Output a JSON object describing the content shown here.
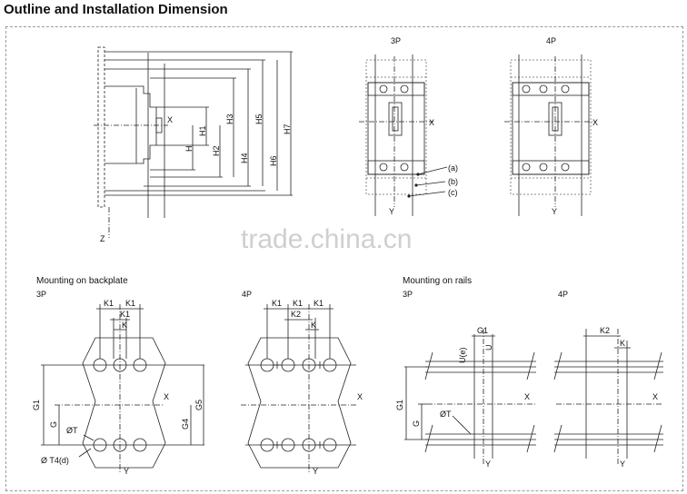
{
  "title": "Outline and Installation Dimension",
  "watermark": "trade.china.cn",
  "side_view": {
    "axis_labels": [
      "X",
      "Z"
    ],
    "dims": [
      "H1",
      "H",
      "H2",
      "H3",
      "H4",
      "H5",
      "H6",
      "H7"
    ]
  },
  "front_3p": {
    "heading": "3P",
    "x": "X",
    "y": "Y",
    "callouts": [
      "(a)",
      "(b)",
      "(c)"
    ]
  },
  "front_4p": {
    "heading": "4P",
    "x": "X",
    "y": "Y"
  },
  "backplate": {
    "heading": "Mounting on backplate",
    "p3": {
      "heading": "3P",
      "dims": [
        "K1",
        "K1",
        "K1",
        "K"
      ],
      "left_dims": [
        "G1",
        "G"
      ],
      "right_dims": [
        "G5",
        "G4"
      ],
      "x": "X",
      "y": "Y",
      "hole1": "ØT",
      "hole2": "Ø T4(d)"
    },
    "p4": {
      "heading": "4P",
      "dims": [
        "K1",
        "K1",
        "K1",
        "K2",
        "K"
      ],
      "x": "X",
      "y": "Y"
    }
  },
  "rails": {
    "heading": "Mounting on rails",
    "p3": {
      "heading": "3P",
      "dims": [
        "G1",
        "U(e)",
        "U"
      ],
      "left_dims": [
        "G1",
        "G"
      ],
      "hole": "ØT",
      "x": "X",
      "y": "Y"
    },
    "p4": {
      "heading": "4P",
      "dims": [
        "K2",
        "K"
      ],
      "x": "X",
      "y": "Y"
    }
  }
}
